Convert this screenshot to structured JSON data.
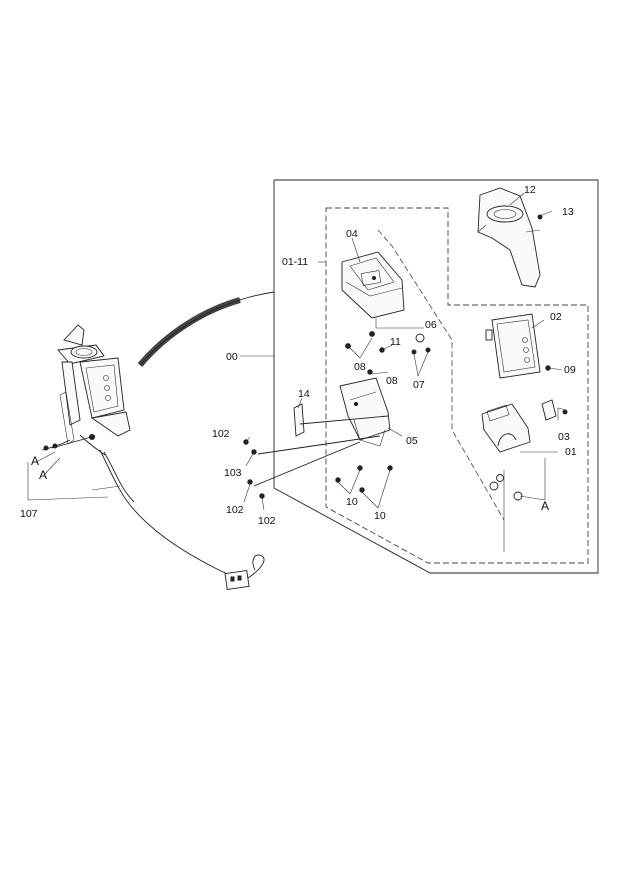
{
  "diagram": {
    "callouts": {
      "c12": "12",
      "c13": "13",
      "c04": "04",
      "c0111": "01-11",
      "c06": "06",
      "c02": "02",
      "c11": "11",
      "c08a": "08",
      "c08b": "08",
      "c07": "07",
      "c09": "09",
      "c00": "00",
      "c14": "14",
      "c05": "05",
      "c03": "03",
      "c01": "01",
      "c102a": "102",
      "c103": "103",
      "c102b": "102",
      "c102c": "102",
      "c10a": "10",
      "c10b": "10",
      "cA_right": "A",
      "cA1": "A",
      "cA2": "A",
      "c107": "107"
    }
  }
}
